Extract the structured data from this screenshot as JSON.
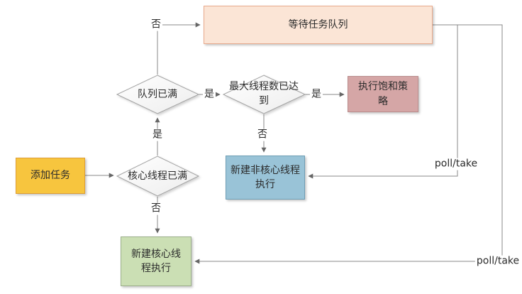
{
  "diagram": {
    "type": "flowchart",
    "nodes": {
      "add_task": {
        "label": "添加任务",
        "fill": "#F7C53E",
        "border": "#DE9E34"
      },
      "wait_queue": {
        "label": "等待任务队列",
        "fill": "#FBE5D6",
        "border": "#E8A98C"
      },
      "queue_full": {
        "label": "队列已满",
        "fill": "#FBFBFB",
        "border": "#A3A3A3"
      },
      "max_threads": {
        "label": "最大线程数已达到",
        "fill": "#FBFBFB",
        "border": "#A3A3A3"
      },
      "core_full": {
        "label": "核心线程已满",
        "fill": "#FBFBFB",
        "border": "#A3A3A3"
      },
      "saturation": {
        "label": "执行饱和策略",
        "fill": "#D5A6A6",
        "border": "#B98C8C"
      },
      "non_core_exec": {
        "label": "新建非核心线程执行",
        "fill": "#99C3D7",
        "border": "#6E9EB5"
      },
      "core_exec": {
        "label": "新建核心线程执行",
        "fill": "#CBDFB4",
        "border": "#9CAF8C"
      }
    },
    "edge_labels": {
      "queue_full_no": "否",
      "queue_full_yes": "是",
      "max_threads_yes": "是",
      "max_threads_no": "否",
      "core_full_yes": "是",
      "core_full_no": "否",
      "poll_take_noncore": "poll/take",
      "poll_take_core": "poll/take"
    }
  }
}
